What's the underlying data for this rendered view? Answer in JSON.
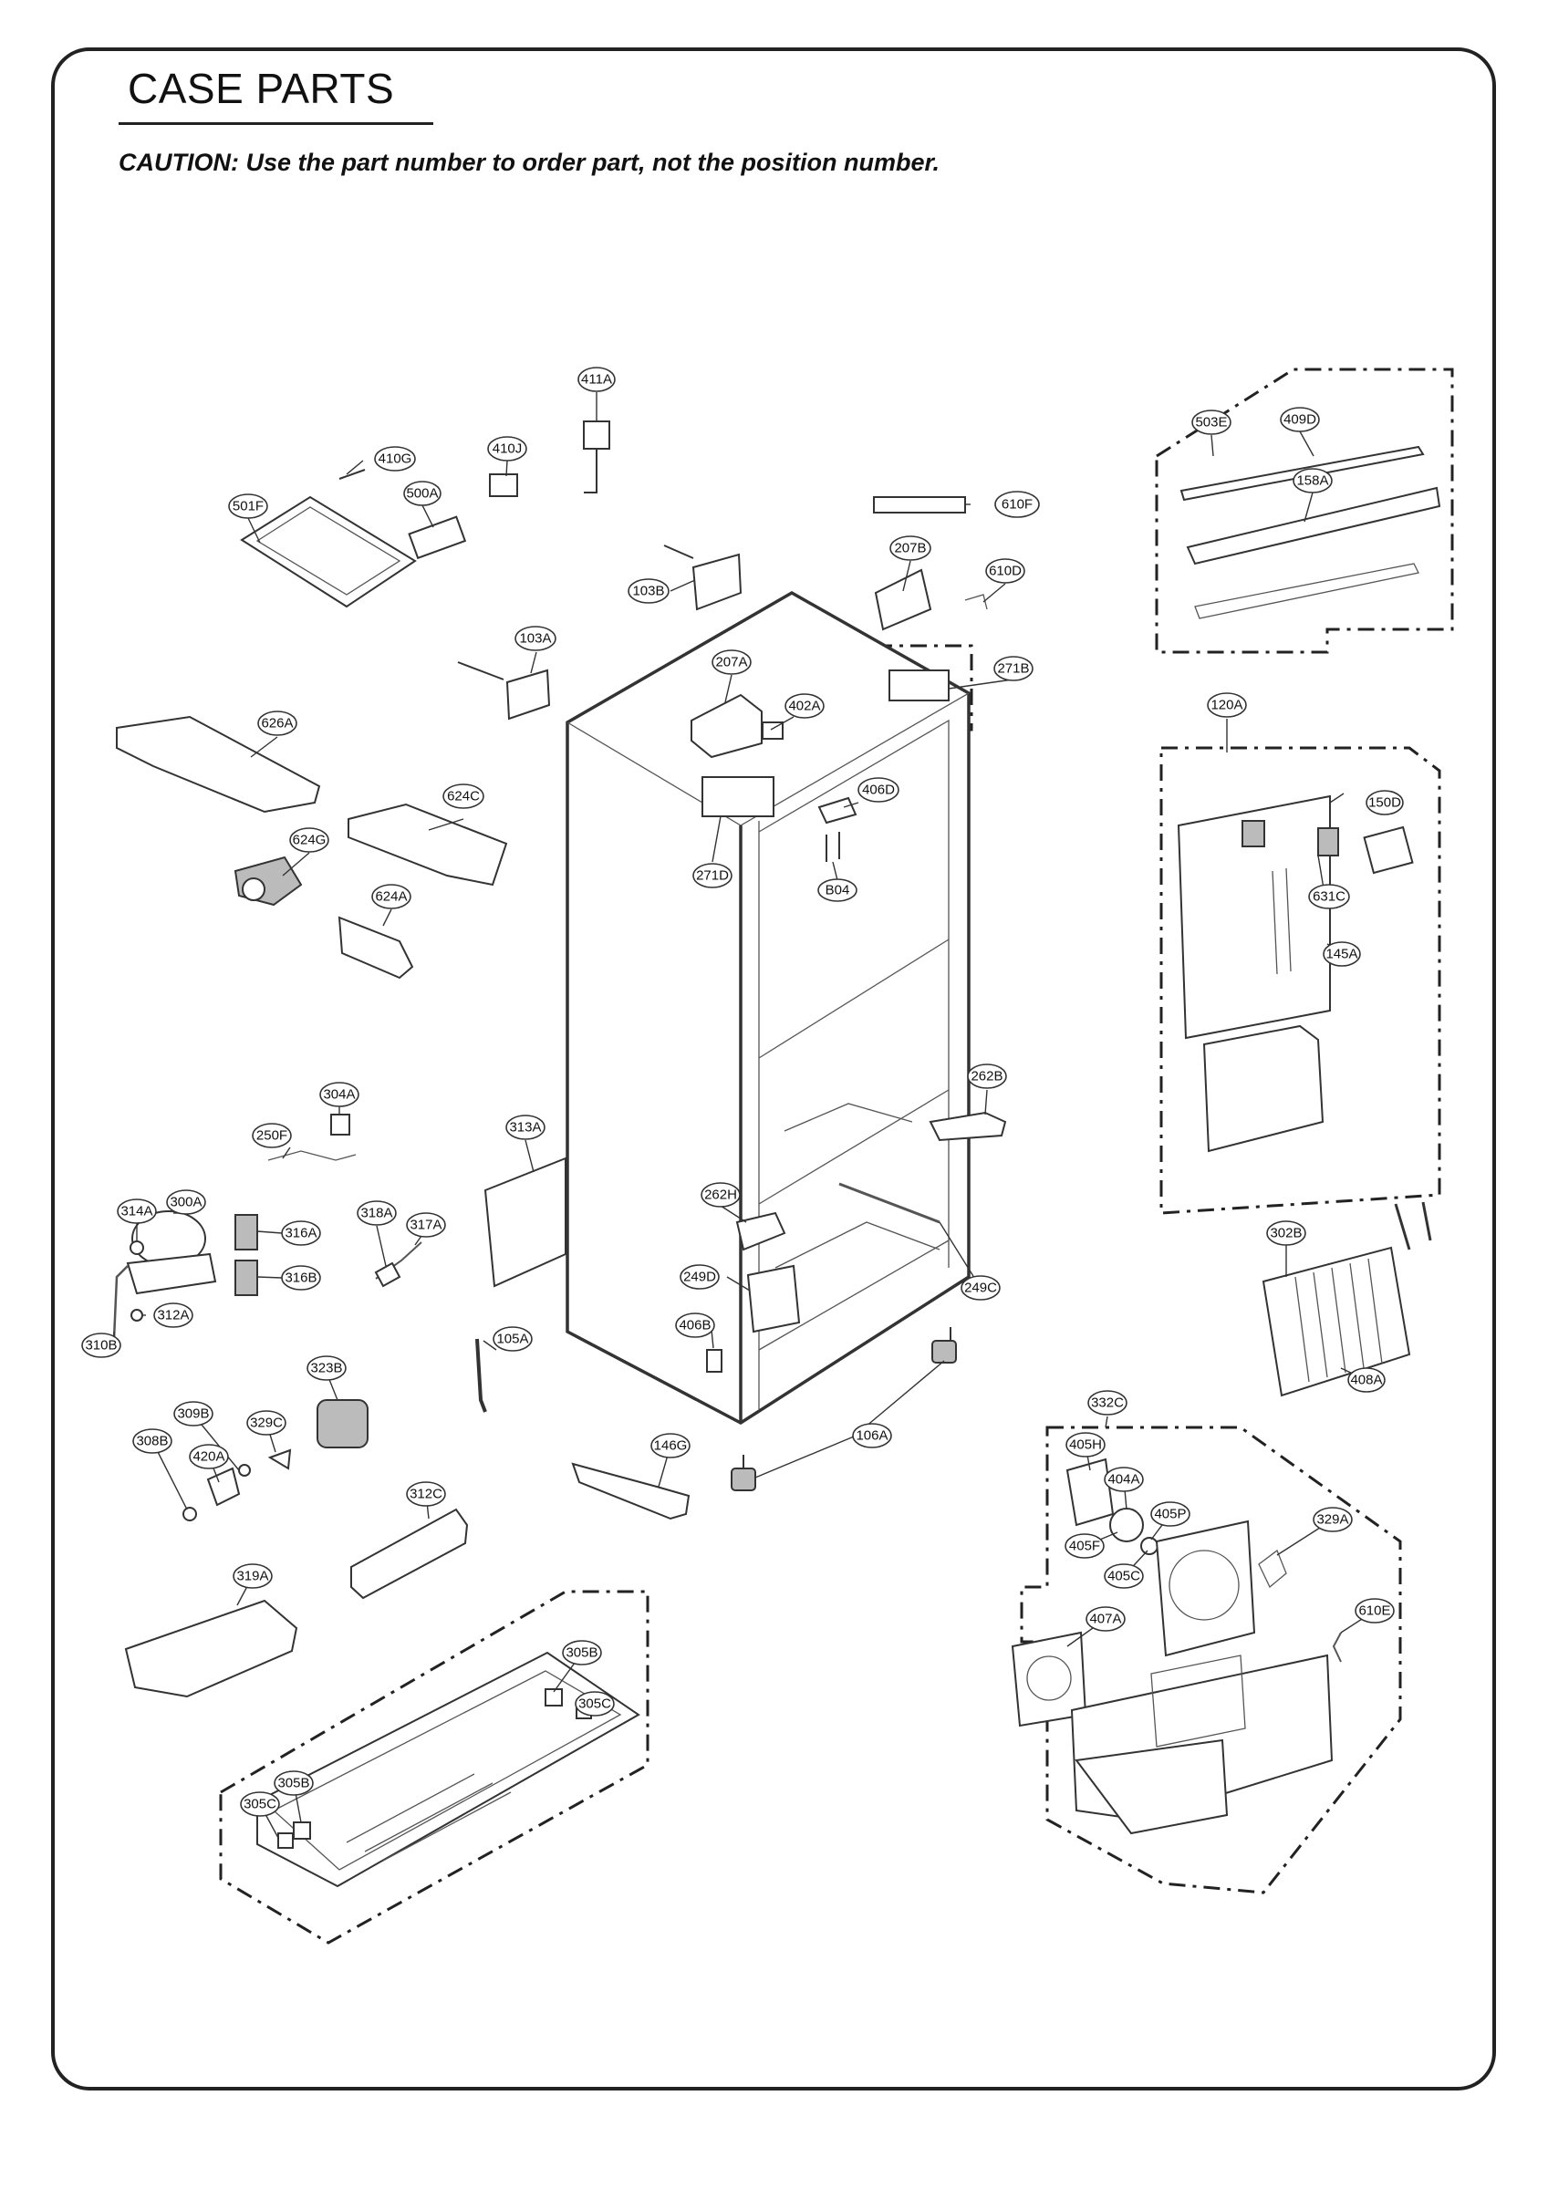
{
  "header": {
    "title": "CASE PARTS",
    "caution": "CAUTION: Use the part number to order part, not the position number."
  },
  "labels": {
    "l411A": "411A",
    "l410G": "410G",
    "l410J": "410J",
    "l500A": "500A",
    "l501F": "501F",
    "l610F": "610F",
    "l503E": "503E",
    "l409D": "409D",
    "l158A": "158A",
    "l103B": "103B",
    "l207B": "207B",
    "l610D": "610D",
    "l103A": "103A",
    "l207A": "207A",
    "l271B": "271B",
    "l402A": "402A",
    "l626A": "626A",
    "l120A": "120A",
    "l406D": "406D",
    "l624C": "624C",
    "l150D": "150D",
    "l624G": "624G",
    "l271D": "271D",
    "lB04": "B04",
    "l631C": "631C",
    "l624A": "624A",
    "l145A": "145A",
    "l262B": "262B",
    "l304A": "304A",
    "l313A": "313A",
    "l250F": "250F",
    "l262H": "262H",
    "l300A": "300A",
    "l314A": "314A",
    "l318A": "318A",
    "l316A": "316A",
    "l317A": "317A",
    "l302B": "302B",
    "l316B": "316B",
    "l249D": "249D",
    "l249C": "249C",
    "l312A": "312A",
    "l310B": "310B",
    "l406B": "406B",
    "l105A": "105A",
    "l408A": "408A",
    "l323B": "323B",
    "l332C": "332C",
    "l309B": "309B",
    "l329C": "329C",
    "l308B": "308B",
    "l106A": "106A",
    "l420A": "420A",
    "l146G": "146G",
    "l405H": "405H",
    "l404A": "404A",
    "l312C": "312C",
    "l405P": "405P",
    "l329A": "329A",
    "l405F": "405F",
    "l405C": "405C",
    "l319A": "319A",
    "l407A": "407A",
    "l610E": "610E",
    "l305B1": "305B",
    "l305C1": "305C",
    "l305B2": "305B",
    "l305C2": "305C"
  }
}
